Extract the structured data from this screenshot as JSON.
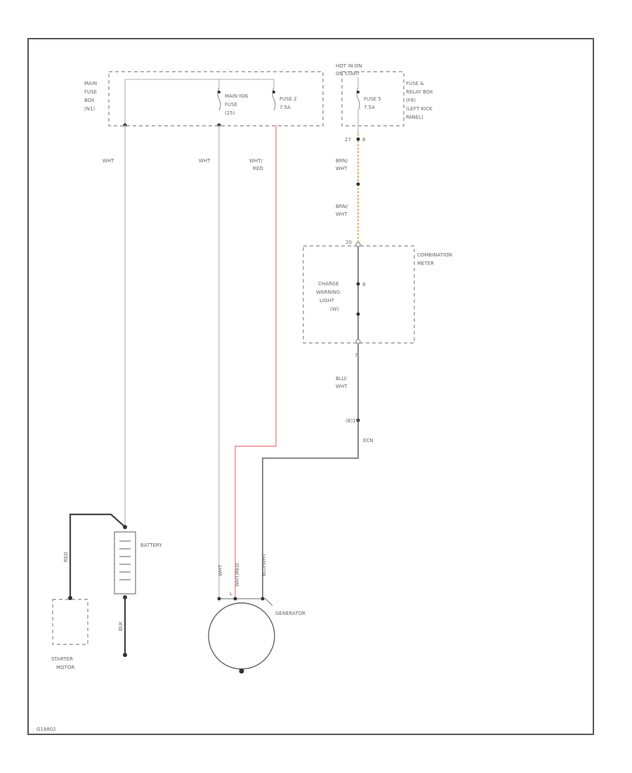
{
  "main_fuse_box": {
    "lines": [
      "MAIN",
      "FUSE",
      "BOX",
      "(N1)"
    ]
  },
  "main_ign_fuse": {
    "lines": [
      "MAIN IGN",
      "FUSE",
      "(25)"
    ]
  },
  "fuse_2": {
    "lines": [
      "FUSE 2",
      "7.5A"
    ]
  },
  "hot_in_on": {
    "lines": [
      "HOT IN ON",
      "OR START"
    ]
  },
  "fuse_5": {
    "lines": [
      "FUSE 5",
      "7.5A"
    ]
  },
  "fuse_relay_box": {
    "lines": [
      "FUSE &",
      "RELAY BOX",
      "(F8)",
      "(LEFT KICK",
      "PANEL)"
    ]
  },
  "wire_labels": {
    "wht_left": "WHT",
    "wht_mid": "WHT",
    "wht_red": [
      "WHT/",
      "RED"
    ],
    "brn_wht_1": [
      "BRN/",
      "WHT"
    ],
    "brn_wht_2": [
      "BRN/",
      "WHT"
    ],
    "blu_wht": [
      "BLU/",
      "WHT"
    ],
    "red_starter": "RED",
    "blk_battery": "BLK",
    "wht_gen": "WHT",
    "wht_red_gen": "WHT/RED",
    "blu_wht_gen": "BLU/WHT"
  },
  "pins": {
    "p27": "27",
    "p6": "6",
    "p20": "20",
    "p8": "8",
    "p7": "7",
    "p9": "(B)19",
    "p_gen_l": "L",
    "p_c": "ECN"
  },
  "combination_meter": {
    "lines": [
      "COMBINATION",
      "METER"
    ]
  },
  "charge_light": {
    "lines": [
      "CHARGE",
      "WARNING",
      "LIGHT",
      "(W)"
    ]
  },
  "battery": "BATTERY",
  "generator": "GENERATOR",
  "starter_motor": {
    "lines": [
      "STARTER",
      "MOTOR"
    ]
  },
  "figure_id": "G18802"
}
